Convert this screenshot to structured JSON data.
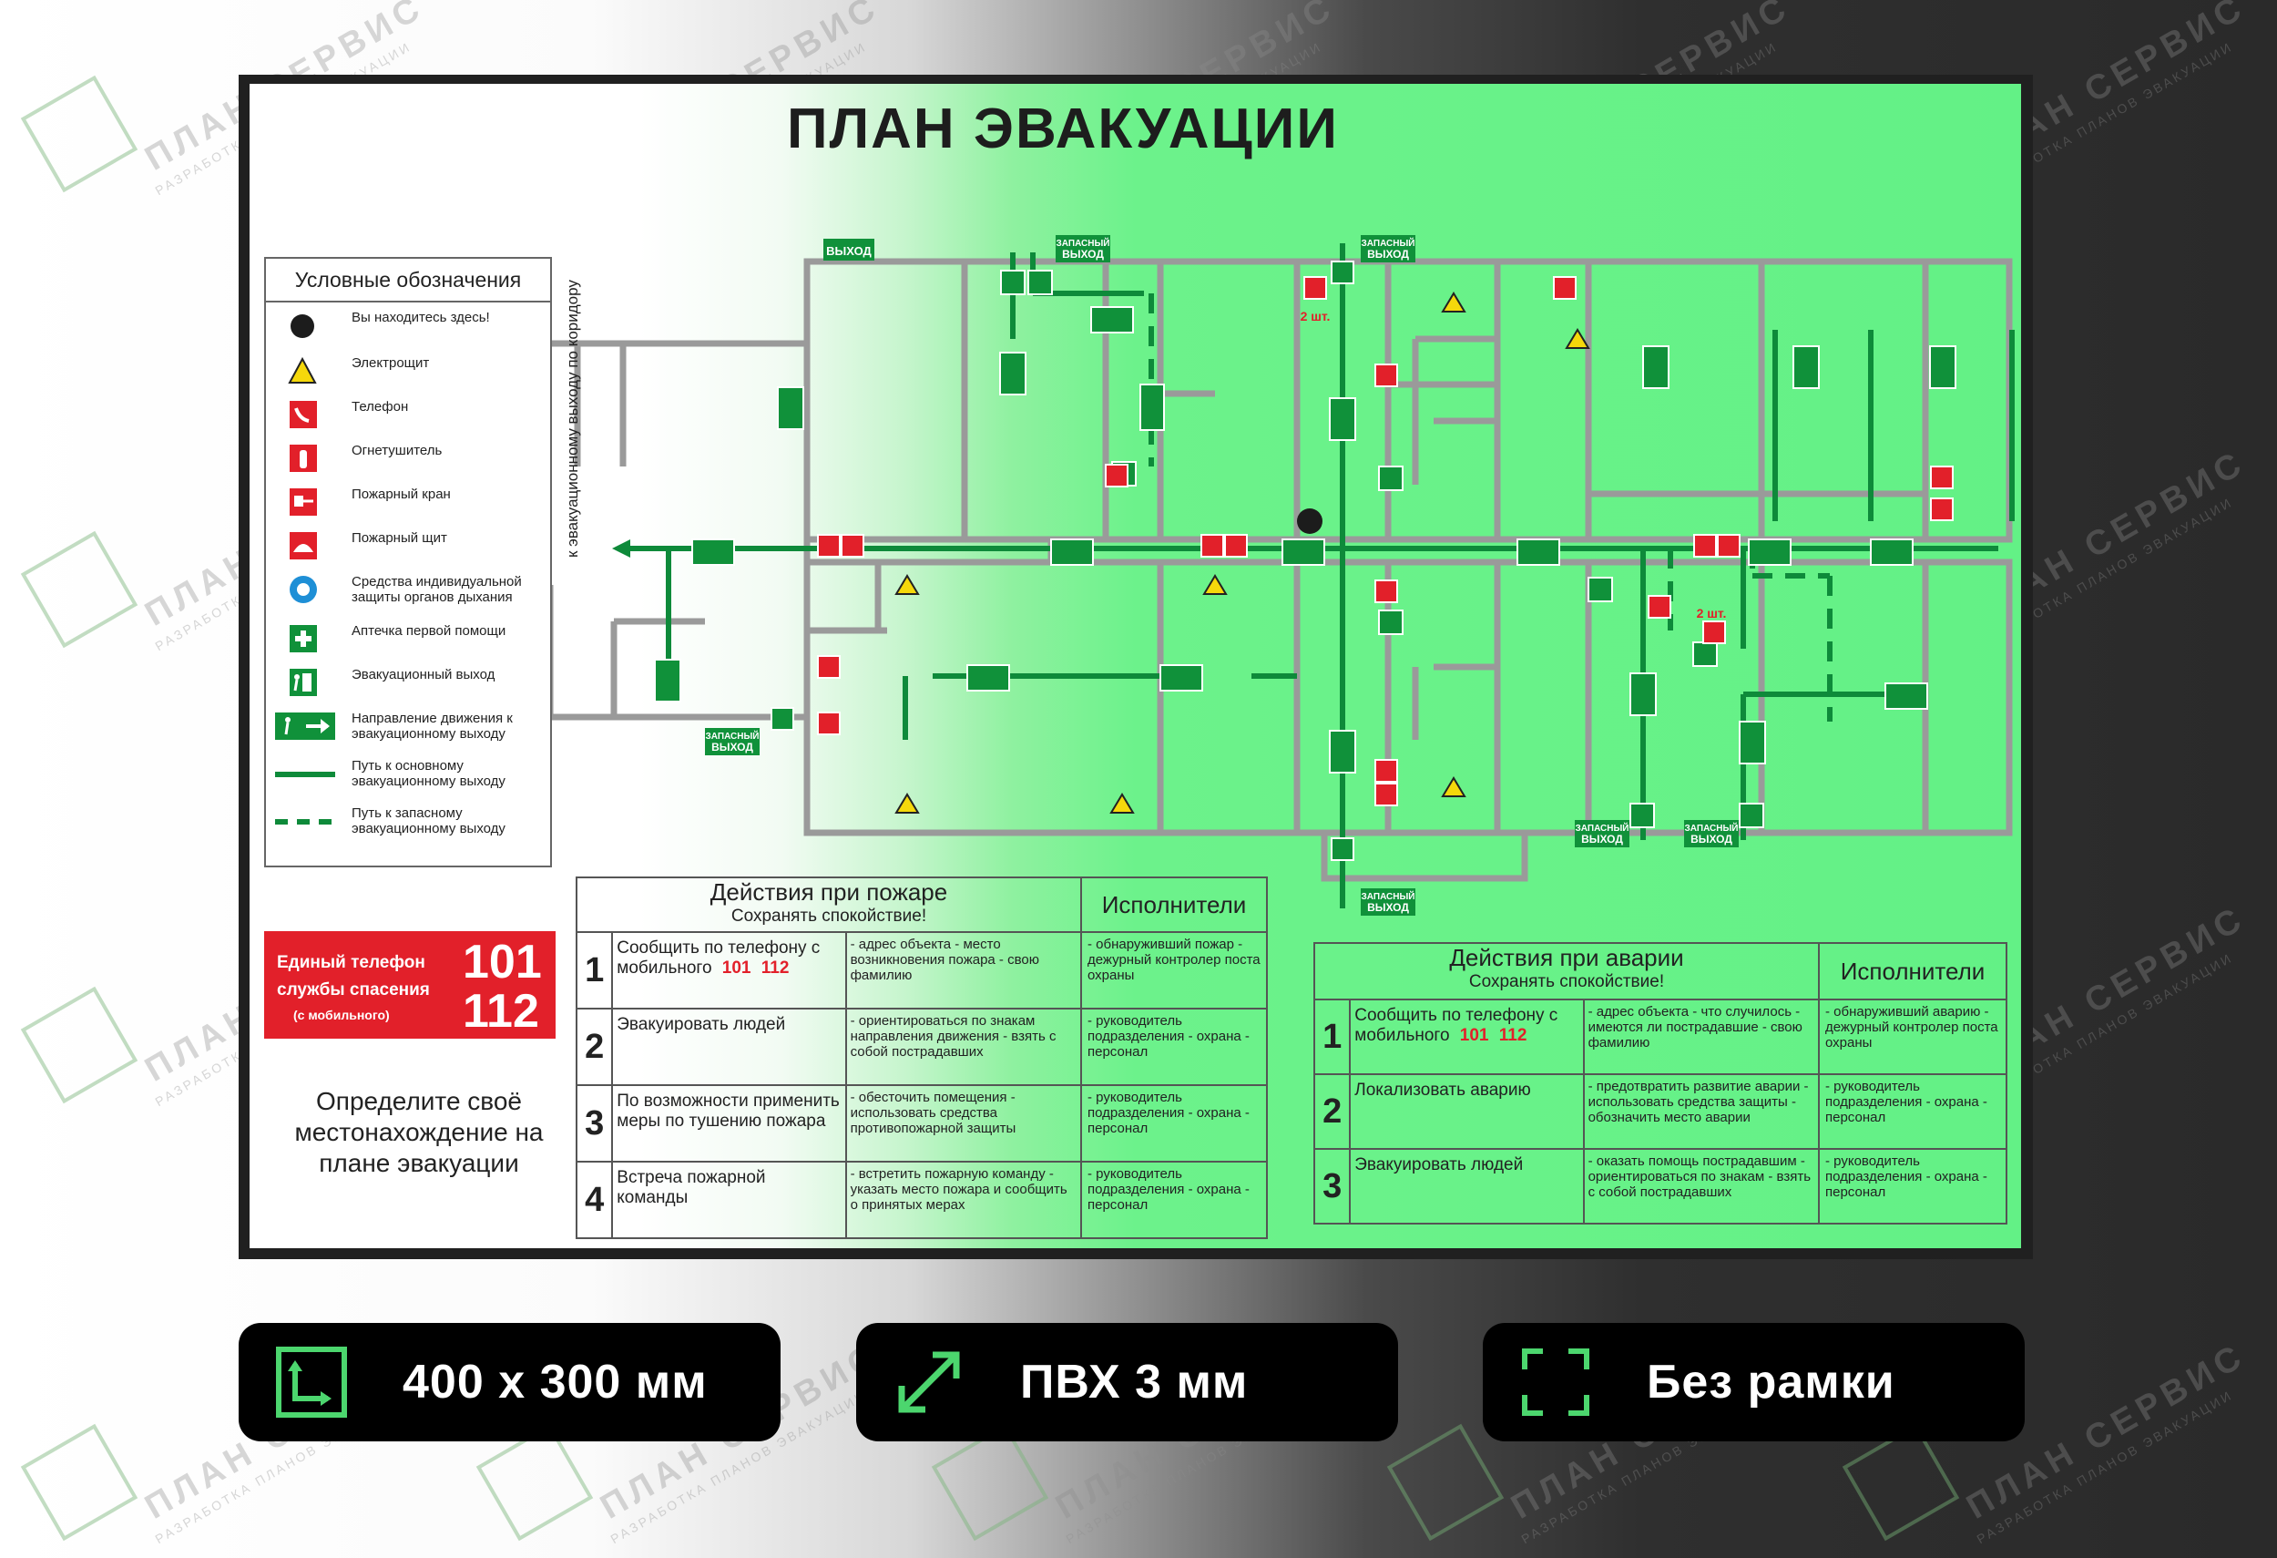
{
  "watermark": {
    "brand": "ПЛАН СЕРВИС",
    "tagline": "РАЗРАБОТКА ПЛАНОВ ЭВАКУАЦИИ"
  },
  "title": "ПЛАН ЭВАКУАЦИИ",
  "legend": {
    "title": "Условные обозначения",
    "items": [
      {
        "icon": "you-are-here-dot",
        "label": "Вы находитесь здесь!"
      },
      {
        "icon": "electric-panel-icon",
        "label": "Электрощит"
      },
      {
        "icon": "phone-icon",
        "label": "Телефон"
      },
      {
        "icon": "fire-extinguisher-icon",
        "label": "Огнетушитель"
      },
      {
        "icon": "fire-hydrant-icon",
        "label": "Пожарный кран"
      },
      {
        "icon": "fire-shield-icon",
        "label": "Пожарный щит"
      },
      {
        "icon": "respirator-icon",
        "label": "Средства индивидуальной защиты органов дыхания"
      },
      {
        "icon": "first-aid-icon",
        "label": "Аптечка первой помощи"
      },
      {
        "icon": "exit-icon",
        "label": "Эвакуационный выход"
      },
      {
        "icon": "direction-arrow-icon",
        "label": "Направление движения к эвакуационному выходу"
      },
      {
        "icon": "main-path-line",
        "label": "Путь к основному эвакуационному выходу"
      },
      {
        "icon": "spare-path-line",
        "label": "Путь к запасному эвакуационному выходу"
      }
    ]
  },
  "corridor_text": "к эвакуационному выходу по коридору",
  "plan_labels": {
    "exit": "ВЫХОД",
    "spare_exit_1": "ЗАПАСНЫЙ",
    "spare_exit_2": "ВЫХОД",
    "qty": "2 шт."
  },
  "emergency_phone": {
    "label": "Единый телефон службы спасения",
    "note": "(с мобильного)",
    "n1": "101",
    "n2": "112"
  },
  "locate_text": "Определите своё местонахождение на плане эвакуации",
  "fire_actions": {
    "header": "Действия при пожаре",
    "subheader": "Сохранять спокойствие!",
    "exec_header": "Исполнители",
    "rows": [
      {
        "num": "1",
        "action": "Сообщить по телефону с мобильного",
        "p1": "101",
        "p2": "112",
        "details": "- адрес объекта - место возникновения пожара - свою фамилию",
        "exec": "- обнаруживший пожар - дежурный контролер поста охраны"
      },
      {
        "num": "2",
        "action": "Эвакуировать людей",
        "details": "- ориентироваться по знакам направления движения - взять с собой пострадавших",
        "exec": "- руководитель подразделения - охрана - персонал"
      },
      {
        "num": "3",
        "action": "По возможности применить меры по тушению пожара",
        "details": "- обесточить помещения - использовать средства противопожарной защиты",
        "exec": "- руководитель подразделения - охрана - персонал"
      },
      {
        "num": "4",
        "action": "Встреча пожарной команды",
        "details": "- встретить пожарную команду - указать место пожара и сообщить о принятых мерах",
        "exec": "- руководитель подразделения - охрана - персонал"
      }
    ]
  },
  "accident_actions": {
    "header": "Действия при аварии",
    "subheader": "Сохранять спокойствие!",
    "exec_header": "Исполнители",
    "rows": [
      {
        "num": "1",
        "action": "Сообщить по телефону с мобильного",
        "p1": "101",
        "p2": "112",
        "details": "- адрес объекта - что случилось - имеются ли пострадавшие - свою фамилию",
        "exec": "- обнаруживший аварию - дежурный контролер поста охраны"
      },
      {
        "num": "2",
        "action": "Локализовать аварию",
        "details": "- предотвратить развитие аварии - использовать средства защиты - обозначить место аварии",
        "exec": "- руководитель подразделения - охрана - персонал"
      },
      {
        "num": "3",
        "action": "Эвакуировать людей",
        "details": "- оказать помощь пострадавшим - ориентироваться по знакам - взять с собой пострадавших",
        "exec": "- руководитель подразделения - охрана - персонал"
      }
    ]
  },
  "badges": [
    {
      "icon": "size-corner-icon",
      "text": "400 х 300 мм"
    },
    {
      "icon": "expand-arrows-icon",
      "text": "ПВХ 3 мм"
    },
    {
      "icon": "frame-corners-icon",
      "text": "Без рамки"
    }
  ],
  "colors": {
    "green_sign": "#10913a",
    "red_sign": "#e2202a",
    "path_green": "#0e8a3a",
    "wall": "#9a9a9a"
  }
}
